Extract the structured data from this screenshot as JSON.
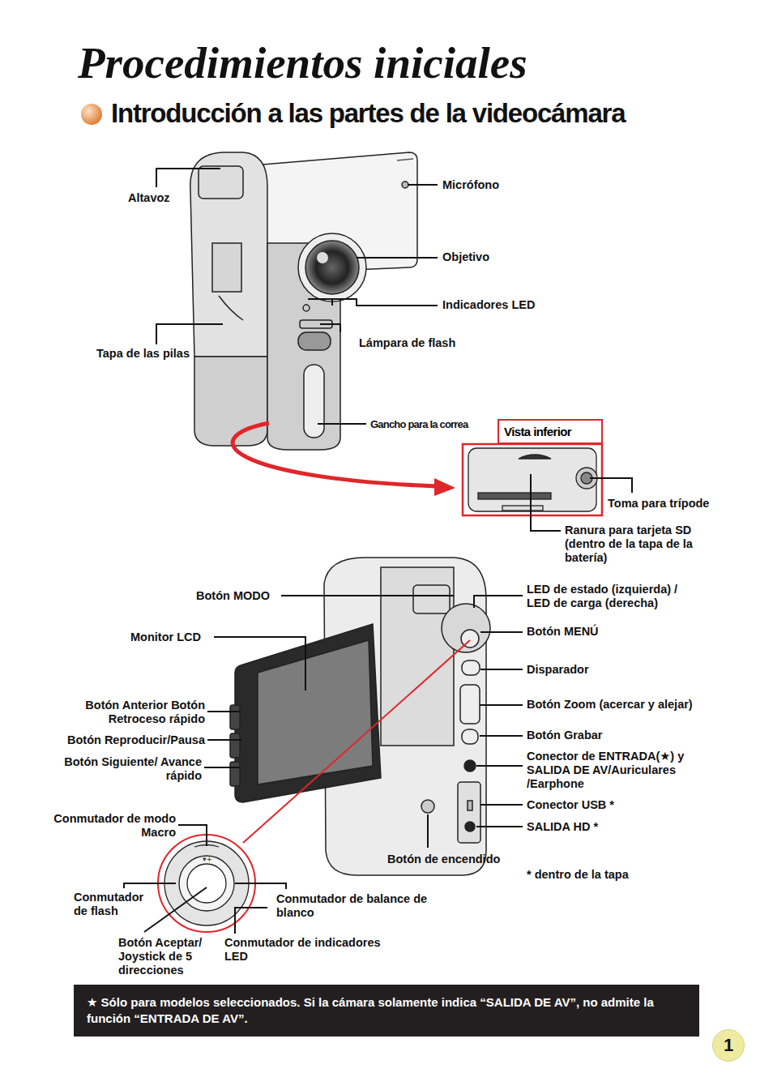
{
  "diagram": {
    "title": "Procedimientos iniciales",
    "nodes": [
      {
        "text": [
          "Vista inferior"
        ]
      },
      {
        "text": [
          "★ Sólo para modelos seleccionados. Si la cámara solamente indica “SALIDA DE AV”, no admite la función “ENTRADA DE AV”."
        ]
      },
      {
        "text": [
          "1"
        ]
      }
    ],
    "labels": [
      "Introducción a las partes de la videocámara",
      "Altavoz",
      "Micrófono",
      "Objetivo",
      "Indicadores LED",
      "Lámpara de flash",
      "Tapa de las pilas",
      "Gancho para la correa",
      "Toma para trípode",
      "Ranura para tarjeta SD (dentro de la tapa de la batería)",
      "Botón MODO",
      "LED de estado (izquierda) / LED de carga (derecha)",
      "Monitor LCD",
      "Botón MENÚ",
      "Disparador",
      "Botón Anterior Botón Retroceso rápido",
      "Botón Zoom (acercar y alejar)",
      "Botón Reproducir/Pausa",
      "Botón Grabar",
      "Botón Siguiente/ Avance rápido",
      "Conector de ENTRADA(★) y SALIDA DE AV/Auriculares /Earphone",
      "Conector USB *",
      "SALIDA HD *",
      "Conmutador de modo Macro",
      "Botón de encendido",
      "* dentro de la tapa",
      "Conmutador de flash",
      "Conmutador de balance de blanco",
      "Botón Aceptar/ Joystick de 5 direcciones",
      "Conmutador de indicadores LED"
    ]
  }
}
